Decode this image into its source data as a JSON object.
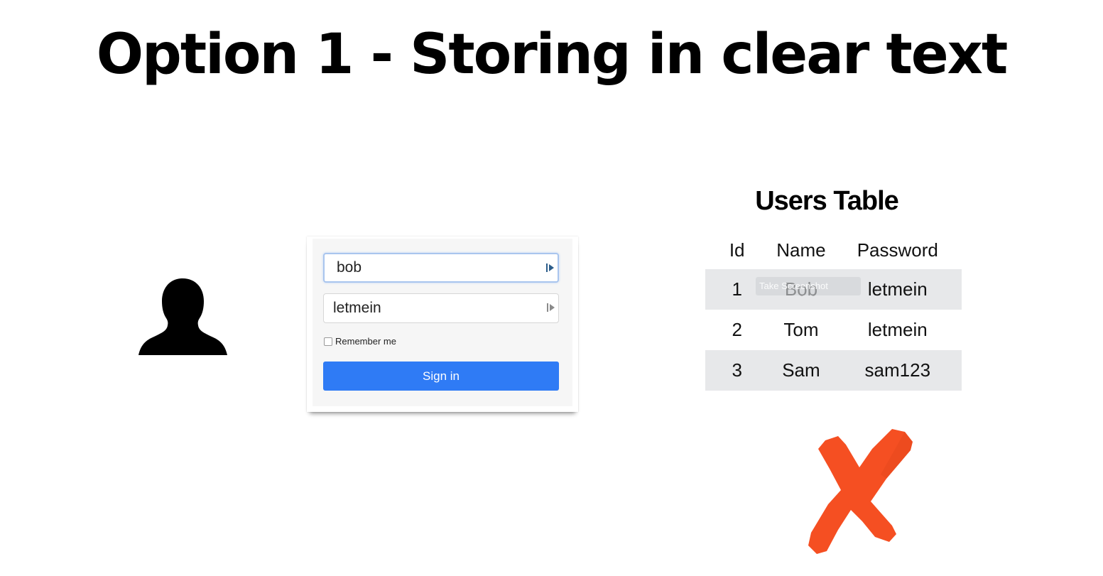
{
  "slide": {
    "title": "Option 1 - Storing in clear text"
  },
  "login_form": {
    "username_value": "bob",
    "password_value": "letmein",
    "remember_label": "Remember me",
    "signin_label": "Sign in"
  },
  "users_table": {
    "title": "Users Table",
    "headers": {
      "id": "Id",
      "name": "Name",
      "password": "Password"
    },
    "rows": [
      {
        "id": "1",
        "name": "Bob",
        "password": "letmein"
      },
      {
        "id": "2",
        "name": "Tom",
        "password": "letmein"
      },
      {
        "id": "3",
        "name": "Sam",
        "password": "sam123"
      }
    ],
    "tooltip_text": "Take Screenshot"
  },
  "icons": {
    "user": "user-silhouette-icon",
    "field": "autofill-key-icon",
    "reject": "red-x-icon"
  },
  "colors": {
    "signin_button": "#2f7bf5",
    "x_mark": "#f54f22",
    "row_shade": "#e7e8ea"
  }
}
